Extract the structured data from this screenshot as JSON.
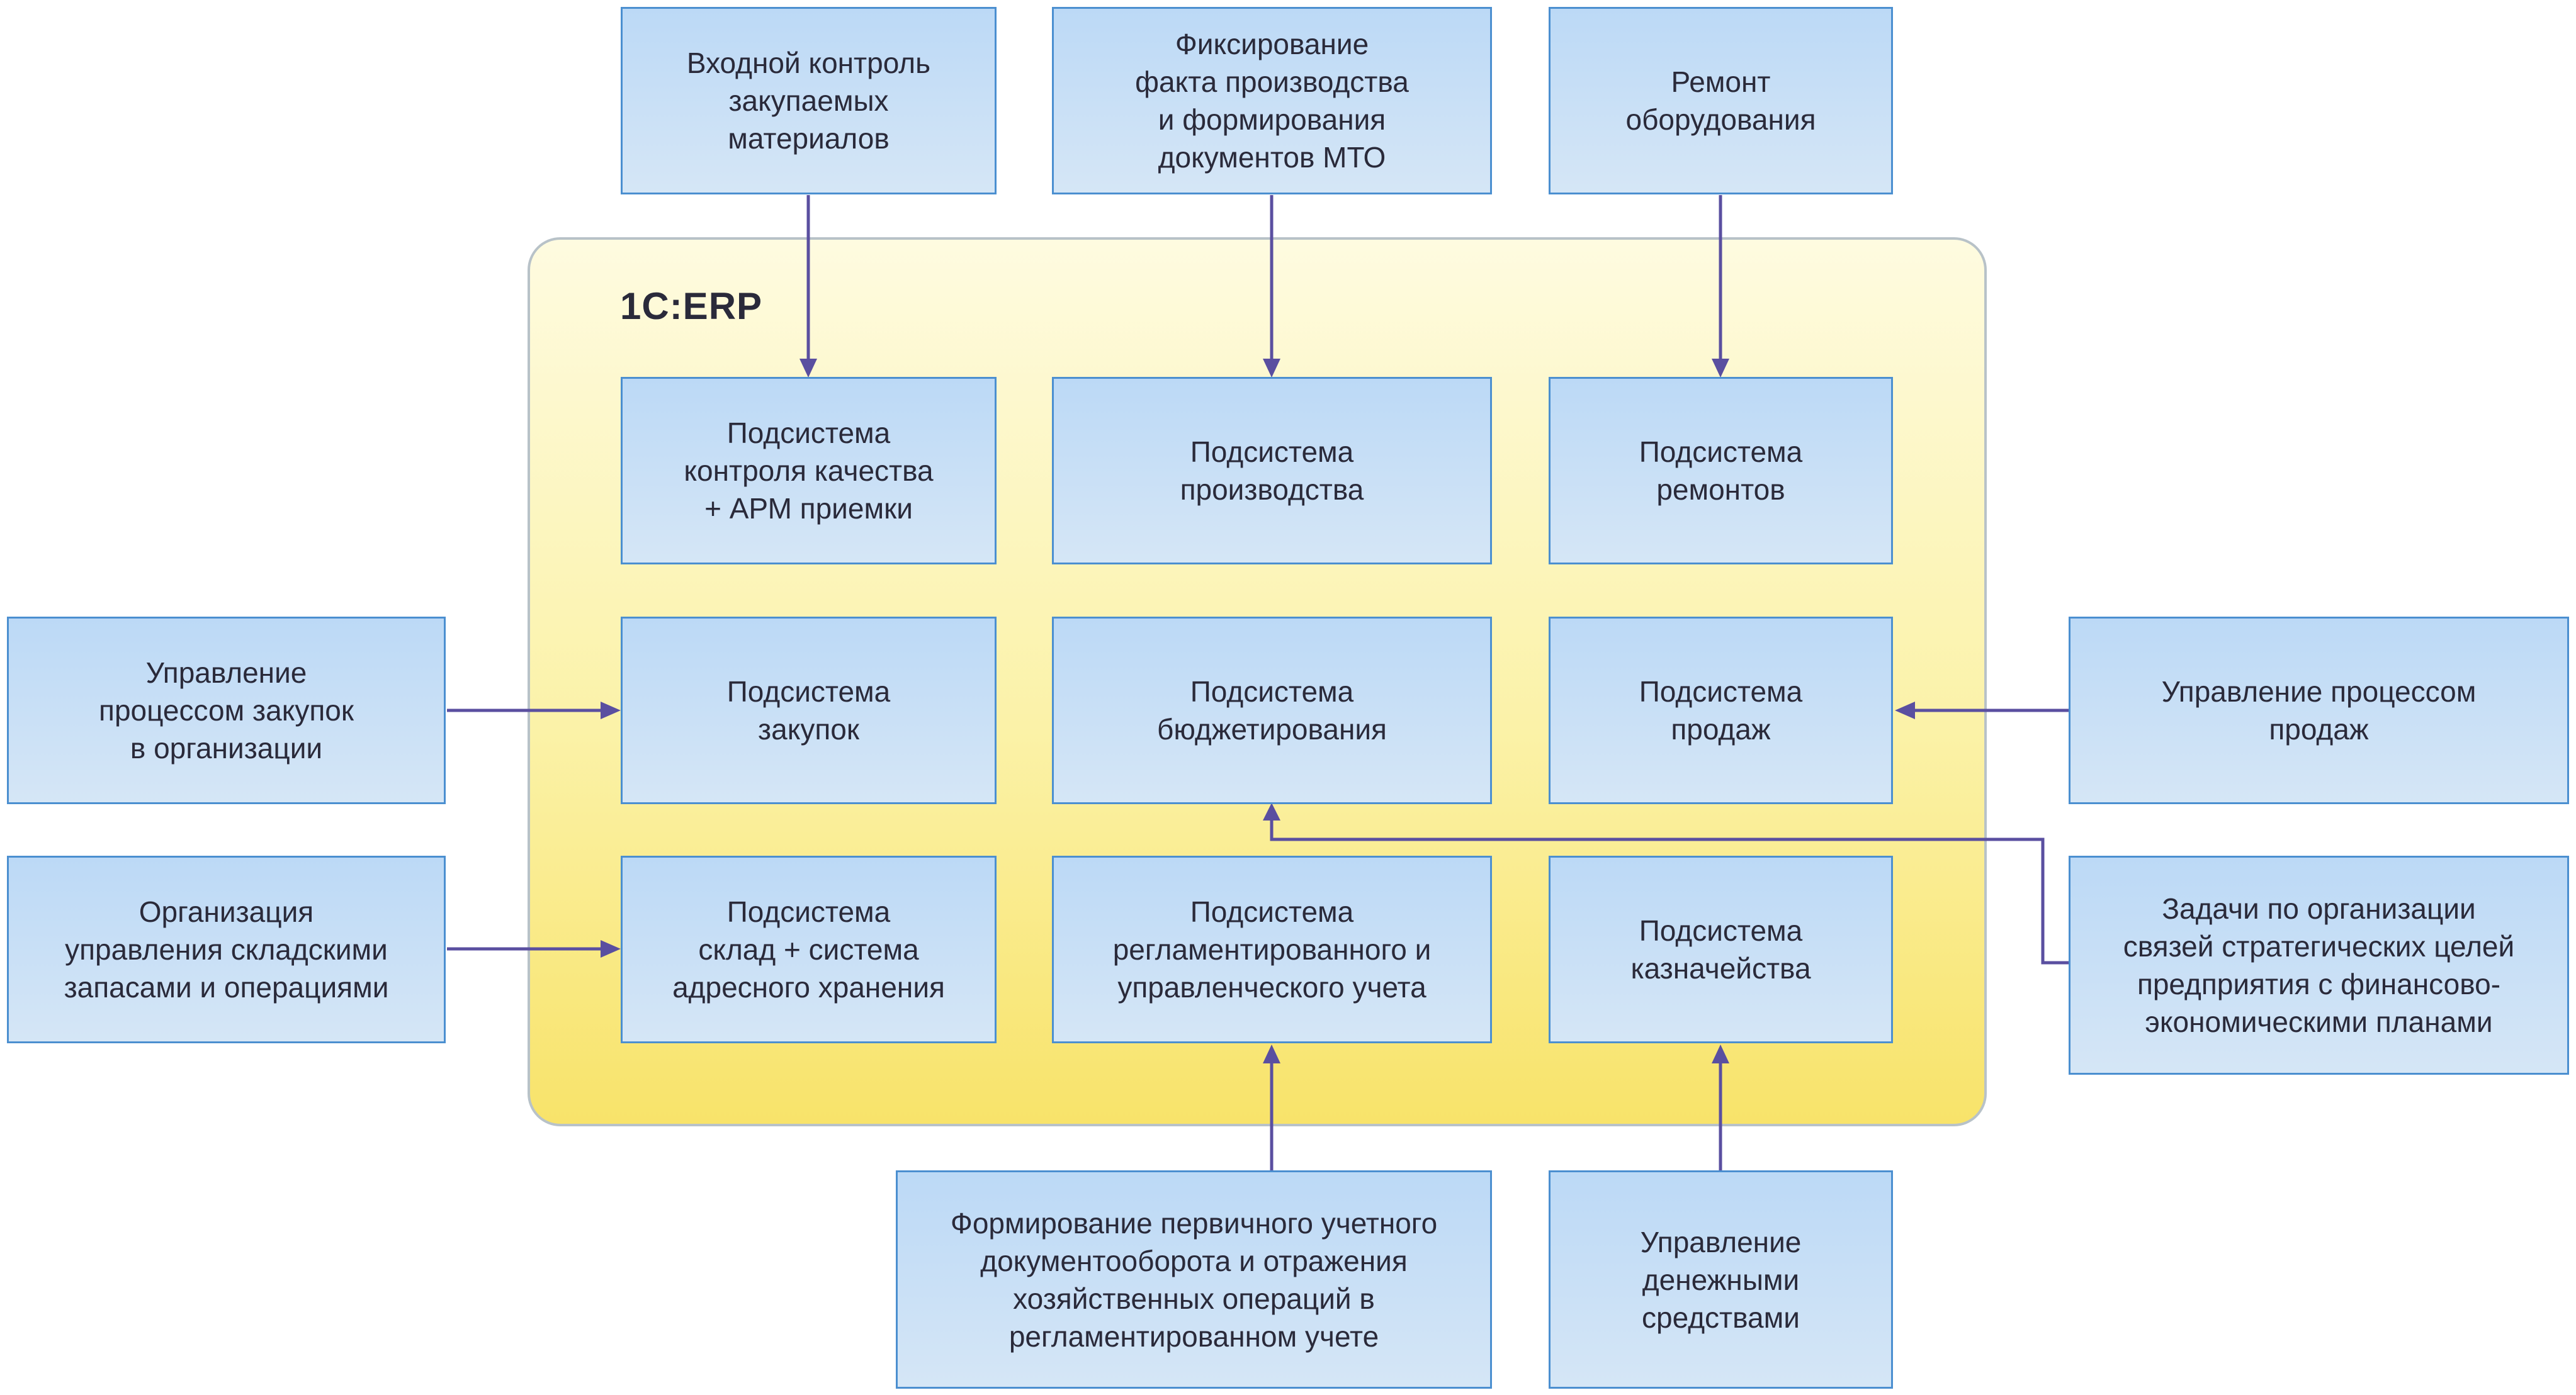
{
  "erp": {
    "title": "1С:ERP"
  },
  "boxes": {
    "input_control": "Входной контроль\nзакупаемых\nматериалов",
    "production_fact": "Фиксирование\nфакта производства\nи формирования\nдокументов МТО",
    "equipment_repair": "Ремонт\nоборудования",
    "quality_subsystem": "Подсистема\nконтроля качества\n+ АРМ приемки",
    "production_subsystem": "Подсистема\nпроизводства",
    "repair_subsystem": "Подсистема\nремонтов",
    "purchase_process": "Управление\nпроцессом закупок\nв организации",
    "purchase_subsystem": "Подсистема\nзакупок",
    "budget_subsystem": "Подсистема\nбюджетирования",
    "sales_subsystem": "Подсистема\nпродаж",
    "sales_process": "Управление процессом\nпродаж",
    "warehouse_mgmt": "Организация\nуправления складскими\nзапасами и операциями",
    "warehouse_subsystem": "Подсистема\nсклад + система\nадресного хранения",
    "accounting_subsystem": "Подсистема\nрегламентированного и\nуправленческого учета",
    "treasury_subsystem": "Подсистема\nказначейства",
    "strategic_goals": "Задачи по организации\nсвязей стратегических целей\nпредприятия с финансово-\nэкономическими планами",
    "primary_docs": "Формирование первичного учетного\nдокументооборота и отражения\nхозяйственных операций в\nрегламентированном учете",
    "cash_mgmt": "Управление\nденежными\nсредствами"
  },
  "colors": {
    "box_border": "#4b8fd0",
    "box_fill_top": "#bcd9f6",
    "box_fill_bottom": "#d5e6f6",
    "erp_border": "#b8c2c8",
    "erp_fill_top": "#fefbe0",
    "erp_fill_bottom": "#f8e36a",
    "arrow": "#5a4fa0",
    "text": "#2a2a3a"
  }
}
